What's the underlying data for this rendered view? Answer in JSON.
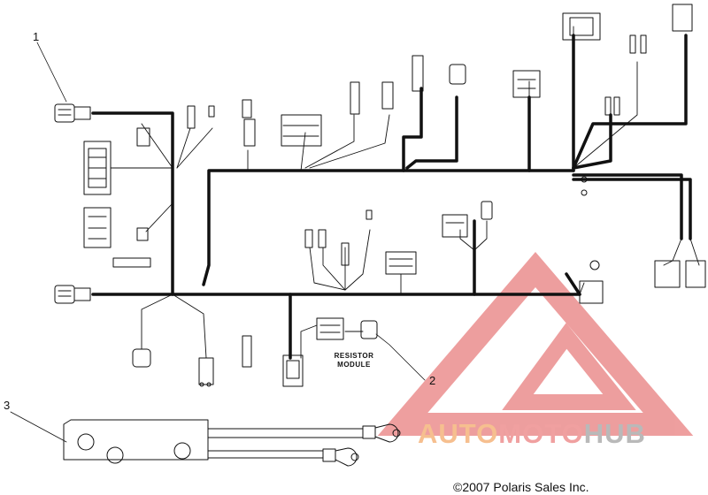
{
  "callouts": [
    "1",
    "2",
    "3"
  ],
  "resistor_module": {
    "line1": "RESISTOR",
    "line2": "MODULE"
  },
  "copyright": "©2007 Polaris Sales Inc.",
  "watermark": {
    "part1": "AUTO",
    "part2": "MOTO",
    "part3": "HUB"
  },
  "colors": {
    "wire": "#111111",
    "watermark_red": "#e05050",
    "watermark_orange": "#f2a860",
    "watermark_gray": "#a8a8a8"
  }
}
